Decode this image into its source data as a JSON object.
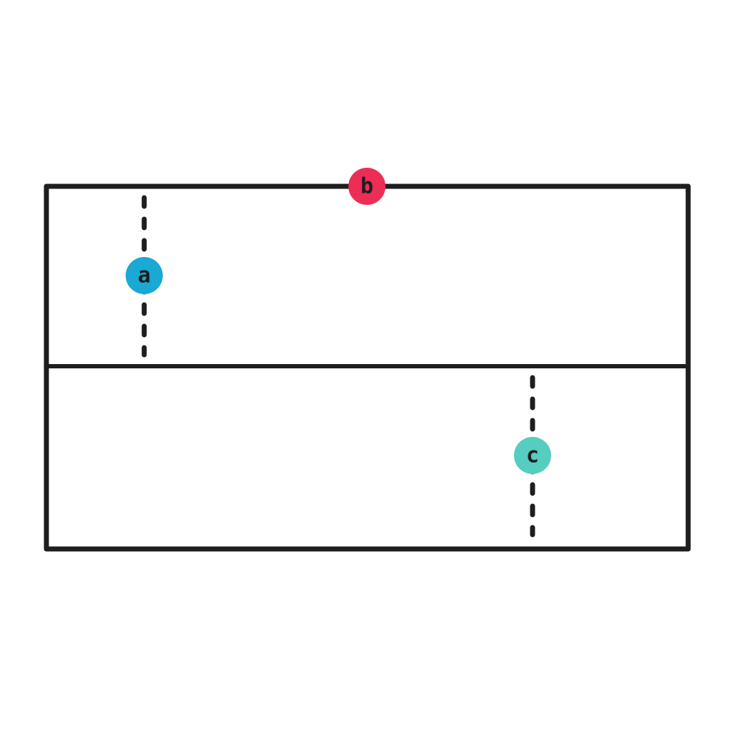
{
  "colors": {
    "stroke": "#1e1e1e",
    "background": "#ffffff"
  },
  "markers": {
    "a": {
      "label": "a",
      "color": "#1aa8d4"
    },
    "b": {
      "label": "b",
      "color": "#ec2d55"
    },
    "c": {
      "label": "c",
      "color": "#55cdbf"
    }
  }
}
